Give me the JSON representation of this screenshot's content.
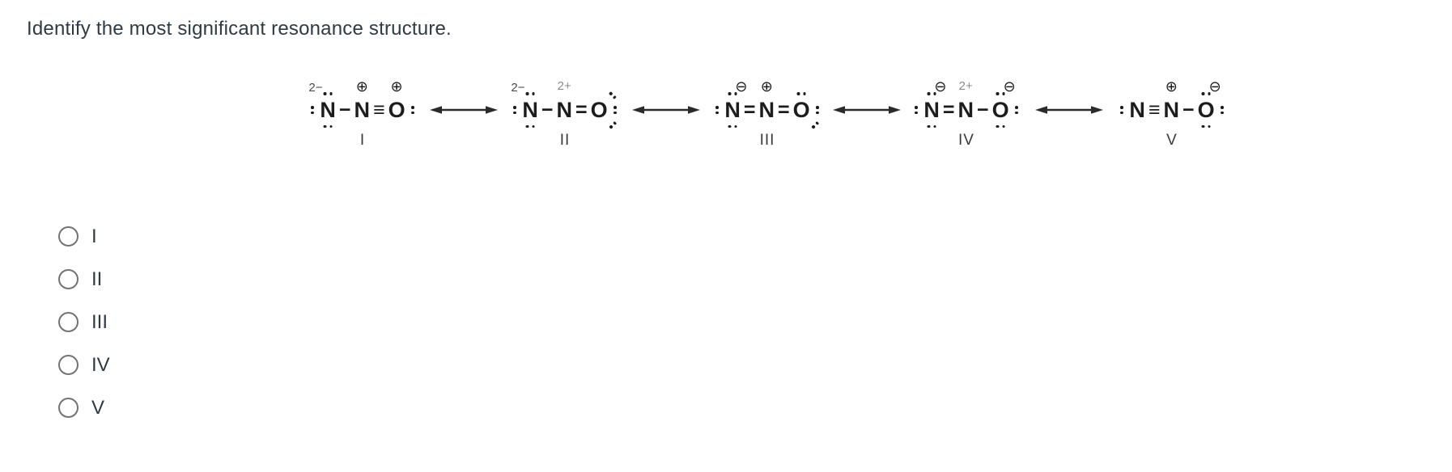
{
  "question": {
    "title": "Identify the most significant resonance structure."
  },
  "figure": {
    "molecule": "N2O resonance structures",
    "arrow_icon": "resonance-double-headed-arrow",
    "colors": {
      "title_text": "#2D3B45",
      "structure_ink": "#1c1c1c",
      "plus_charge_label": "#8a8a8a",
      "radio_border": "#737373"
    }
  },
  "resonance": {
    "structures": [
      {
        "label": "I",
        "atoms": [
          {
            "symbol": "N",
            "charge": "2−",
            "dots": [
              "top",
              "left",
              "bottom"
            ]
          },
          {
            "symbol": "N",
            "charge": "⊕",
            "dots": []
          },
          {
            "symbol": "O",
            "charge": "⊕",
            "dots": [
              "right"
            ]
          }
        ],
        "bonds": [
          "−",
          "≡"
        ]
      },
      {
        "label": "II",
        "atoms": [
          {
            "symbol": "N",
            "charge": "2−",
            "dots": [
              "top",
              "left",
              "bottom"
            ]
          },
          {
            "symbol": "N",
            "charge": "2+",
            "dots": []
          },
          {
            "symbol": "O",
            "charge": "",
            "dots": [
              "top-right",
              "right",
              "bottom-right"
            ]
          }
        ],
        "bonds": [
          "−",
          "="
        ]
      },
      {
        "label": "III",
        "atoms": [
          {
            "symbol": "N",
            "charge": "⊖",
            "dots": [
              "top",
              "left",
              "bottom"
            ]
          },
          {
            "symbol": "N",
            "charge": "⊕",
            "dots": []
          },
          {
            "symbol": "O",
            "charge": "",
            "dots": [
              "top",
              "right",
              "bottom-right"
            ]
          }
        ],
        "bonds": [
          "=",
          "="
        ]
      },
      {
        "label": "IV",
        "atoms": [
          {
            "symbol": "N",
            "charge": "⊖",
            "dots": [
              "top",
              "left",
              "bottom"
            ]
          },
          {
            "symbol": "N",
            "charge": "2+",
            "dots": []
          },
          {
            "symbol": "O",
            "charge": "⊖",
            "dots": [
              "top",
              "right",
              "bottom"
            ]
          }
        ],
        "bonds": [
          "=",
          "−"
        ]
      },
      {
        "label": "V",
        "atoms": [
          {
            "symbol": "N",
            "charge": "",
            "dots": [
              "left"
            ]
          },
          {
            "symbol": "N",
            "charge": "⊕",
            "dots": []
          },
          {
            "symbol": "O",
            "charge": "⊖",
            "dots": [
              "top",
              "right",
              "bottom"
            ]
          }
        ],
        "bonds": [
          "≡",
          "−"
        ]
      }
    ]
  },
  "options": [
    {
      "label": "I"
    },
    {
      "label": "II"
    },
    {
      "label": "III"
    },
    {
      "label": "IV"
    },
    {
      "label": "V"
    }
  ]
}
